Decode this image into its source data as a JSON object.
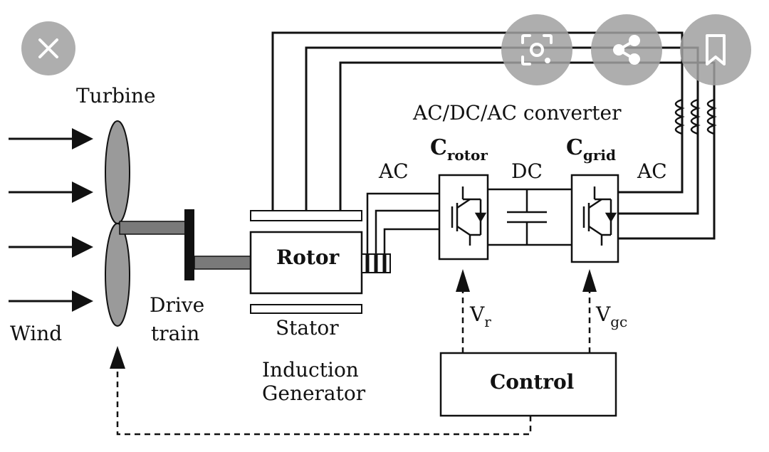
{
  "labels": {
    "turbine": "Turbine",
    "wind": "Wind",
    "drive_train_1": "Drive",
    "drive_train_2": "train",
    "rotor": "Rotor",
    "stator": "Stator",
    "induction_1": "Induction",
    "induction_2": "Generator",
    "ac_left": "AC",
    "ac_right": "AC",
    "dc": "DC",
    "converter": "AC/DC/AC converter",
    "c_rotor_main": "C",
    "c_rotor_sub": "rotor",
    "c_grid_main": "C",
    "c_grid_sub": "grid",
    "v_r_main": "V",
    "v_r_sub": "r",
    "v_gc_main": "V",
    "v_gc_sub": "gc",
    "control": "Control"
  },
  "overlay_buttons": [
    "close-icon",
    "lens-icon",
    "share-icon",
    "bookmark-icon"
  ],
  "colors": {
    "line": "#111111",
    "blade": "#9a9a9a",
    "shaft": "#7a7a7a",
    "button_bg": "#a0a0a0",
    "button_icon": "#ffffff"
  }
}
